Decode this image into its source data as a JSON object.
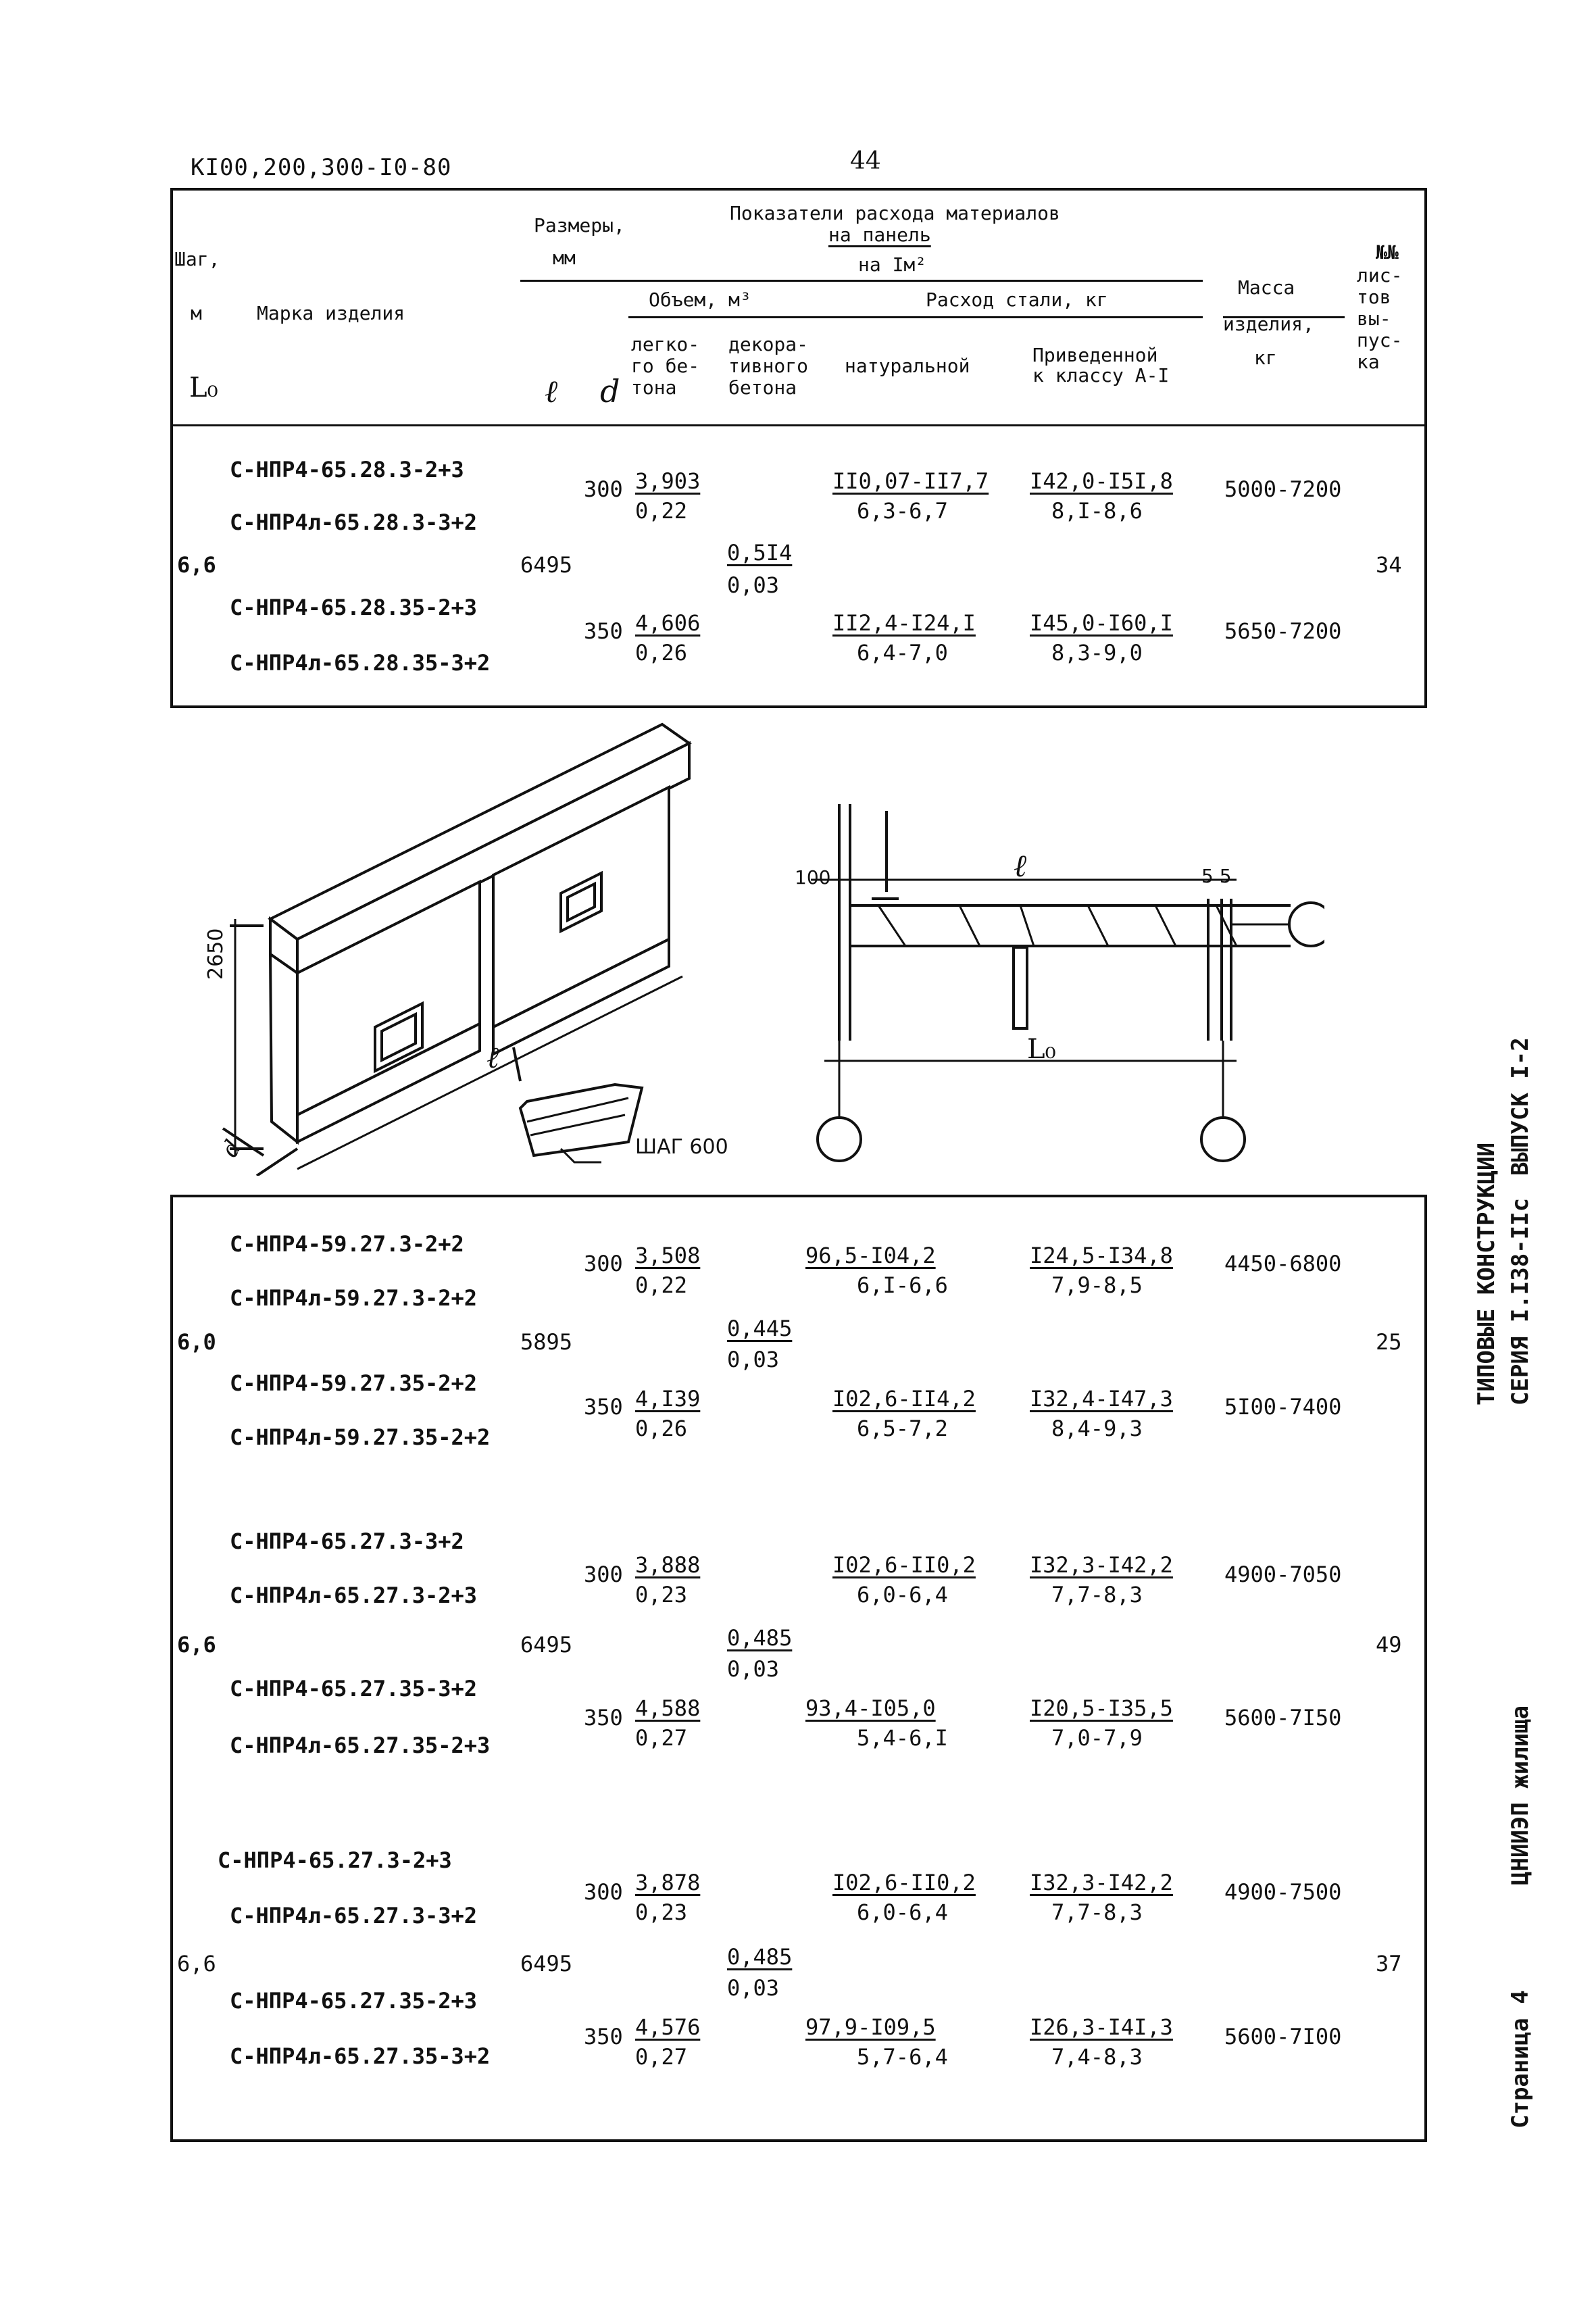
{
  "header": {
    "doc_code": "KI00,200,300-I0-80",
    "page_number": "44"
  },
  "table_head": {
    "step_label": "Шаг,",
    "step_unit": "м",
    "step_sym": "L₀",
    "mark_label": "Марка изделия",
    "dims_label": "Размеры,",
    "dims_unit": "мм",
    "dim_l": "ℓ",
    "dim_d": "d",
    "consumption_title": "Показатели расхода материалов",
    "per_panel": "на панель",
    "per_m2": "на Iм²",
    "volume_label": "Объем, м³",
    "steel_label": "Расход стали, кг",
    "light_concrete": [
      "легко-",
      "го бе-",
      "тона"
    ],
    "decor_concrete": [
      "декора-",
      "тивного",
      "бетона"
    ],
    "natural": "натуральной",
    "reduced": [
      "Приведенной",
      "к классу А-I"
    ],
    "mass": [
      "Масса",
      "изделия,",
      "кг"
    ],
    "sheets": [
      "№№",
      "лис-",
      "тов",
      "вы-",
      "пус-",
      "ка"
    ]
  },
  "group1": {
    "step": "6,6",
    "l": "6495",
    "sheet": "34",
    "decor_top": "0,5I4",
    "decor_bot": "0,03",
    "rows": [
      {
        "marks": [
          "С-НПР4-65.28.3-2+3",
          "С-НПР4л-65.28.3-3+2"
        ],
        "d": "300",
        "vol_top": "3,903",
        "vol_bot": "0,22",
        "nat_top": "II0,07-II7,7",
        "nat_bot": "6,3-6,7",
        "red_top": "I42,0-I5I,8",
        "red_bot": "8,I-8,6",
        "mass": "5000-7200"
      },
      {
        "marks": [
          "С-НПР4-65.28.35-2+3",
          "С-НПР4л-65.28.35-3+2"
        ],
        "d": "350",
        "vol_top": "4,606",
        "vol_bot": "0,26",
        "nat_top": "II2,4-I24,I",
        "nat_bot": "6,4-7,0",
        "red_top": "I45,0-I60,I",
        "red_bot": "8,3-9,0",
        "mass": "5650-7200"
      }
    ]
  },
  "drawing": {
    "iso_height": "2650",
    "iso_d": "d",
    "iso_l": "ℓ",
    "iso_step": "ШАГ 600",
    "sec_100": "100",
    "sec_l": "ℓ",
    "sec_55": "5  5",
    "sec_L0": "L₀"
  },
  "group2": {
    "step": "6,0",
    "l": "5895",
    "sheet": "25",
    "decor_top": "0,445",
    "decor_bot": "0,03",
    "rows": [
      {
        "marks": [
          "С-НПР4-59.27.3-2+2",
          "С-НПР4л-59.27.3-2+2"
        ],
        "d": "300",
        "vol_top": "3,508",
        "vol_bot": "0,22",
        "nat_top": "96,5-I04,2",
        "nat_bot": "6,I-6,6",
        "red_top": "I24,5-I34,8",
        "red_bot": "7,9-8,5",
        "mass": "4450-6800"
      },
      {
        "marks": [
          "С-НПР4-59.27.35-2+2",
          "С-НПР4л-59.27.35-2+2"
        ],
        "d": "350",
        "vol_top": "4,I39",
        "vol_bot": "0,26",
        "nat_top": "I02,6-II4,2",
        "nat_bot": "6,5-7,2",
        "red_top": "I32,4-I47,3",
        "red_bot": "8,4-9,3",
        "mass": "5I00-7400"
      }
    ]
  },
  "group3": {
    "step": "6,6",
    "l": "6495",
    "sheet": "49",
    "decor_top": "0,485",
    "decor_bot": "0,03",
    "rows": [
      {
        "marks": [
          "С-НПР4-65.27.3-3+2",
          "С-НПР4л-65.27.3-2+3"
        ],
        "d": "300",
        "vol_top": "3,888",
        "vol_bot": "0,23",
        "nat_top": "I02,6-II0,2",
        "nat_bot": "6,0-6,4",
        "red_top": "I32,3-I42,2",
        "red_bot": "7,7-8,3",
        "mass": "4900-7050"
      },
      {
        "marks": [
          "С-НПР4-65.27.35-3+2",
          "С-НПР4л-65.27.35-2+3"
        ],
        "d": "350",
        "vol_top": "4,588",
        "vol_bot": "0,27",
        "nat_top": "93,4-I05,0",
        "nat_bot": "5,4-6,I",
        "red_top": "I20,5-I35,5",
        "red_bot": "7,0-7,9",
        "mass": "5600-7I50"
      }
    ]
  },
  "group4": {
    "step": "6,6",
    "l": "6495",
    "sheet": "37",
    "decor_top": "0,485",
    "decor_bot": "0,03",
    "rows": [
      {
        "marks": [
          "С-НПР4-65.27.3-2+3",
          "С-НПР4л-65.27.3-3+2"
        ],
        "d": "300",
        "vol_top": "3,878",
        "vol_bot": "0,23",
        "nat_top": "I02,6-II0,2",
        "nat_bot": "6,0-6,4",
        "red_top": "I32,3-I42,2",
        "red_bot": "7,7-8,3",
        "mass": "4900-7500"
      },
      {
        "marks": [
          "С-НПР4-65.27.35-2+3",
          "С-НПР4л-65.27.35-3+2"
        ],
        "d": "350",
        "vol_top": "4,576",
        "vol_bot": "0,27",
        "nat_top": "97,9-I09,5",
        "nat_bot": "5,7-6,4",
        "red_top": "I26,3-I4I,3",
        "red_bot": "7,4-8,3",
        "mass": "5600-7I00"
      }
    ]
  },
  "side": {
    "series_line1": "ТИПОВЫЕ КОНСТРУКЦИИ",
    "series_line2": "СЕРИЯ I.I38-IIc",
    "issue": "ВЫПУСК I-2",
    "org": "ЦНИИЭП жилища",
    "page": "Страница 4"
  }
}
